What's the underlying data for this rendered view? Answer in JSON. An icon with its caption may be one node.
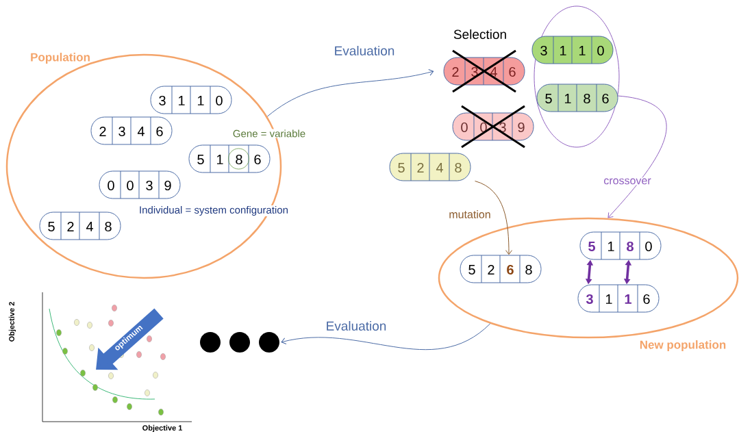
{
  "diagram": {
    "nodes": [
      {
        "text": [
          "Population"
        ]
      },
      {
        "text": [
          "3",
          "1",
          "1",
          "0"
        ],
        "in": 0
      },
      {
        "text": [
          "2",
          "3",
          "4",
          "6"
        ],
        "in": 0
      },
      {
        "text": [
          "5",
          "1",
          "8",
          "6"
        ],
        "in": 0
      },
      {
        "text": [
          "0",
          "0",
          "3",
          "9"
        ],
        "in": 0
      },
      {
        "text": [
          "5",
          "2",
          "4",
          "8"
        ],
        "in": 0
      },
      {
        "text": [
          "2",
          "3",
          "4",
          "6"
        ]
      },
      {
        "text": [],
        "shape": "ellipse"
      },
      {
        "text": [
          "3",
          "1",
          "1",
          "0"
        ],
        "in": 7
      },
      {
        "text": [
          "5",
          "1",
          "8",
          "6"
        ],
        "in": 7
      },
      {
        "text": [
          "0",
          "0",
          "3",
          "9"
        ]
      },
      {
        "text": [
          "5",
          "2",
          "4",
          "8"
        ]
      },
      {
        "text": [
          "New population"
        ]
      },
      {
        "text": [
          "5",
          "2",
          "6",
          "8"
        ],
        "in": 12
      },
      {
        "text": [
          "5",
          "1",
          "8",
          "0"
        ],
        "in": 12
      },
      {
        "text": [
          "3",
          "1",
          "1",
          "6"
        ],
        "in": 12
      },
      {
        "text": [],
        "shape": "circle"
      },
      {
        "text": [],
        "shape": "circle"
      },
      {
        "text": [],
        "shape": "circle"
      }
    ],
    "edges": [
      {
        "from": 0,
        "to": 6,
        "arrow": "to",
        "label": "Evaluation"
      },
      {
        "from": 11,
        "to": 13,
        "arrow": "to",
        "label": "mutation",
        "color": "#8b5a2b"
      },
      {
        "from": 7,
        "to": 12,
        "arrow": "to",
        "label": "crossover",
        "color": "#9060c0"
      },
      {
        "from": 14,
        "to": 15,
        "arrow": "both",
        "style": "thick",
        "color": "#7030a0"
      },
      {
        "from": 14,
        "to": 15,
        "arrow": "both",
        "style": "thick",
        "color": "#7030a0"
      },
      {
        "from": 12,
        "to": 18,
        "arrow": "to",
        "label": "Evaluation"
      }
    ],
    "labels": [
      "Selection",
      "Gene = variable",
      "Individual = system configuration",
      "Objective 2",
      "optimum",
      "Objective 1"
    ]
  }
}
